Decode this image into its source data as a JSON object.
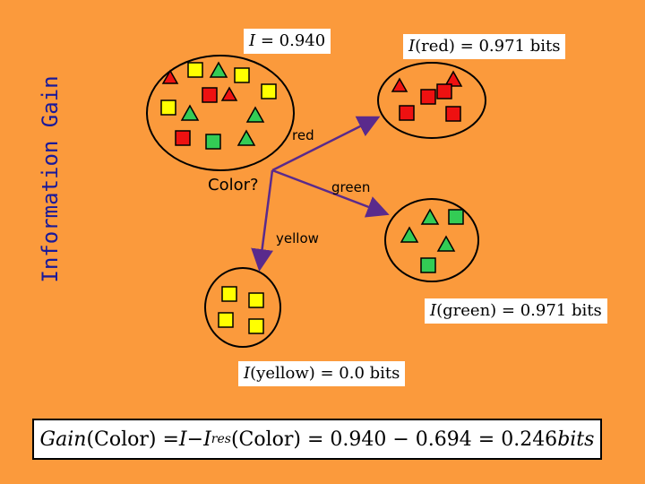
{
  "vertical_title": "Information Gain",
  "root": {
    "info_var": "I",
    "info_rest": " = 0.940",
    "split_label": "Color?"
  },
  "branches": {
    "red": "red",
    "green": "green",
    "yellow": "yellow"
  },
  "red_node": {
    "info_fn": "I",
    "info_arg": "(red)",
    "info_rest": " = 0.971 bits"
  },
  "green_node": {
    "info_fn": "I",
    "info_arg": "(green)",
    "info_rest": " = 0.971 bits"
  },
  "yellow_node": {
    "info_fn": "I",
    "info_arg": "(yellow)",
    "info_rest": " = 0.0 bits"
  },
  "gain": {
    "fn": "Gain",
    "arg": "(Color) = ",
    "i": "I",
    "minus": " − ",
    "ires": "I",
    "ires_sub": "res",
    "arg2": "(Color) = 0.940 − 0.694 = 0.246 ",
    "unit": "bits"
  },
  "colors": {
    "background": "#fb9a3c",
    "red": "#ee1111",
    "yellow": "#ffff00",
    "green": "#33cc55",
    "arrow": "#5a2a8c",
    "title": "#1a1a99"
  }
}
